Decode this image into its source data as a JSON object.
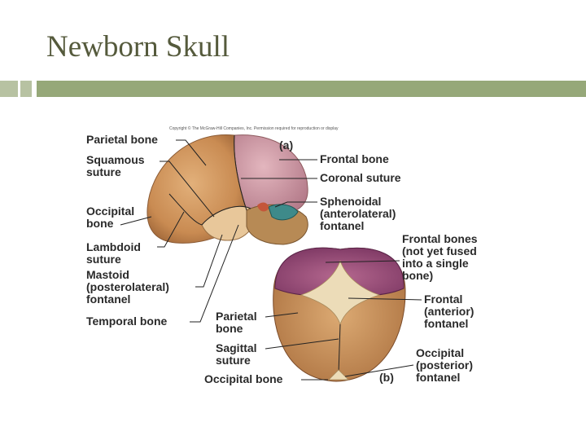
{
  "slide": {
    "title": "Newborn Skull",
    "accent_colors": [
      "#b7c2a2",
      "#96a879"
    ],
    "title_color": "#555a3c"
  },
  "figure": {
    "copyright": "Copyright © The McGraw-Hill Companies, Inc. Permission required for reproduction or display",
    "panel_a_tag": "(a)",
    "panel_b_tag": "(b)",
    "labels_a": {
      "parietal_bone": "Parietal bone",
      "squamous_suture": [
        "Squamous",
        "suture"
      ],
      "occipital_bone": [
        "Occipital",
        "bone"
      ],
      "lambdoid_suture": [
        "Lambdoid",
        "suture"
      ],
      "mastoid_fontanel": [
        "Mastoid",
        "(posterolateral)",
        "fontanel"
      ],
      "temporal_bone": "Temporal bone",
      "frontal_bone": "Frontal bone",
      "coronal_suture": "Coronal suture",
      "sphenoidal_fontanel": [
        "Sphenoidal",
        "(anterolateral)",
        "fontanel"
      ]
    },
    "labels_b": {
      "frontal_bones": [
        "Frontal bones",
        "(not yet fused",
        "into a single",
        "bone)"
      ],
      "parietal_bone": [
        "Parietal",
        "bone"
      ],
      "frontal_fontanel": [
        "Frontal",
        "(anterior)",
        "fontanel"
      ],
      "sagittal_suture": [
        "Sagittal",
        "suture"
      ],
      "occipital_fontanel": [
        "Occipital",
        "(posterior)",
        "fontanel"
      ],
      "occipital_bone": "Occipital bone"
    }
  }
}
